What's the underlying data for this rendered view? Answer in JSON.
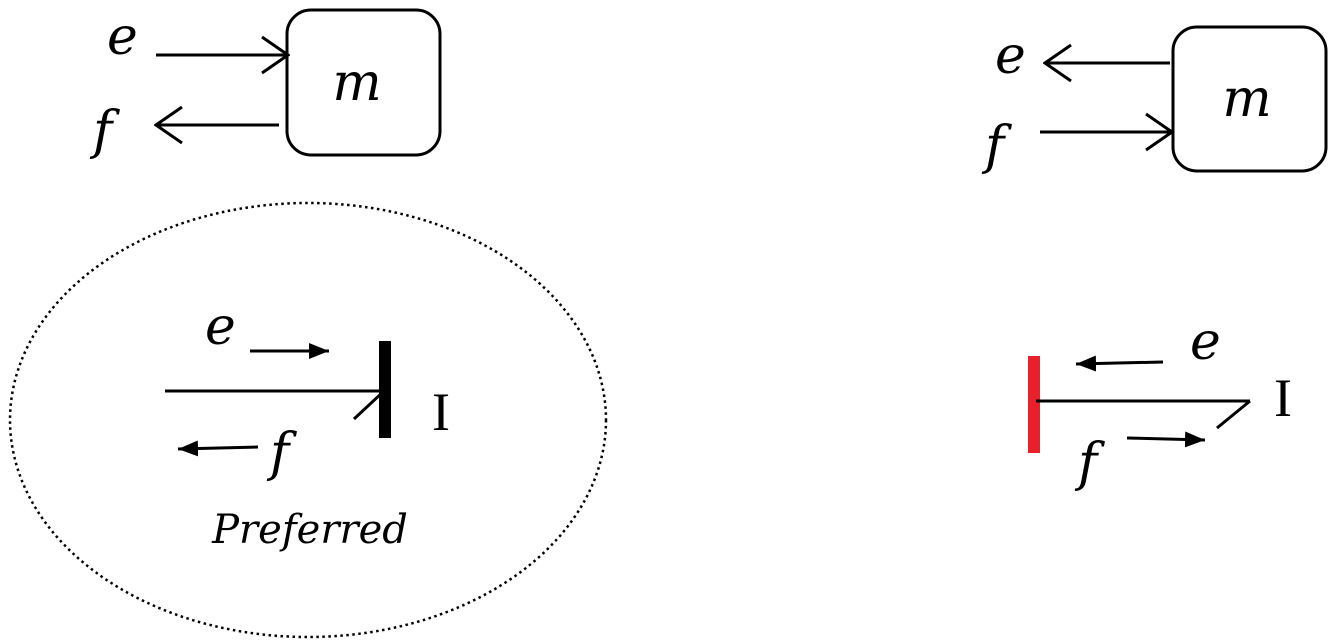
{
  "colors": {
    "ink": "#000000",
    "stroke_accent": "#e8202a",
    "background": "#ffffff"
  },
  "diagrams": {
    "top_left": {
      "effort": "e",
      "flow": "f",
      "block": "m"
    },
    "top_right": {
      "effort": "e",
      "flow": "f",
      "block": "m"
    },
    "bottom_left": {
      "effort": "e",
      "flow": "f",
      "element": "I",
      "caption": "Preferred"
    },
    "bottom_right": {
      "effort": "e",
      "flow": "f",
      "element": "I"
    }
  }
}
